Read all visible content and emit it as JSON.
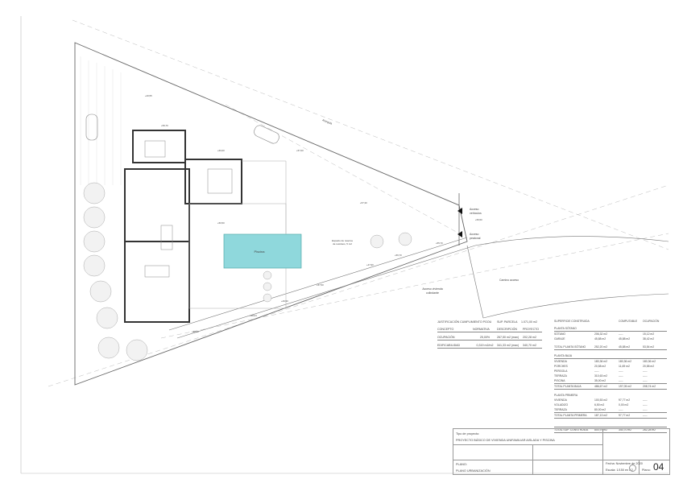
{
  "plan_labels": {
    "acequia": "Acequia",
    "acceso_vehiculos": [
      "Acceso",
      "vehículos"
    ],
    "acceso_peatonal": [
      "Acceso",
      "peatonal"
    ],
    "piscina": "Piscina",
    "acceso_colindante": [
      "Acceso vivienda",
      "colindante"
    ],
    "camino_acceso": "Camino acceso",
    "reserva_residuos": [
      "Espacio de reserva",
      "de residuos, 5 m2"
    ],
    "levels": [
      "+40,55",
      "+59,70",
      "+60,00",
      "+57,00",
      "+57,30",
      "+59,50",
      "+55,70",
      "+56,70",
      "+47,90",
      "+57,50",
      "+49,50",
      "+48,04",
      "+50,50",
      "+38,00"
    ]
  },
  "justificacion": {
    "title": "JUSTIFICACIÓN CUMPLIMIENTO PGOU",
    "parcela_label": "SUP. PARCELA",
    "parcela_value": "1.071,00 m2",
    "headers": [
      "CONCEPTO",
      "NORMATIVA",
      "DESCRIPCIÓN",
      "PROYECTO"
    ],
    "rows": [
      [
        "OCUPACIÓN",
        "25,00%",
        "267,50 m2 (max)",
        "202,28 m2"
      ],
      [
        "EDIFICABILIDAD",
        "0,319 m2/m2",
        "341,33 m2 (max)",
        "340,70 m2"
      ]
    ]
  },
  "superficies": {
    "headers": [
      "SUPERFICIE CONSTRUIDA",
      "",
      "COMPUTABLE",
      "OCUPACIÓN"
    ],
    "groups": [
      {
        "title": "PLANTA SÓTANO",
        "rows": [
          [
            "SÓTANO",
            "206,32 m2",
            "-----",
            "15,12 m2"
          ],
          [
            "GARAJE",
            "45,88 m2",
            "45,88 m2",
            "38,42 m2"
          ]
        ],
        "total": [
          "TOTAL PLANTA SÓTANO",
          "252,20 m2",
          "45,88 m2",
          "53,54 m2"
        ]
      },
      {
        "title": "PLANTA BAJA",
        "rows": [
          [
            "VIVIENDA",
            "180,36 m2",
            "180,36 m2",
            "180,36 m2"
          ],
          [
            "PORCHES",
            "20,58 m2",
            "11,69 m2",
            "20,58 m2"
          ],
          [
            "PERGOLA",
            "-----",
            "-----",
            "-----"
          ],
          [
            "TERRAZA",
            "310,63 m2",
            "-----",
            "-----"
          ],
          [
            "PISCINA",
            "35,00 m2",
            "-----",
            "-----"
          ]
        ],
        "total": [
          "TOTAL PLANTA BAJA",
          "486,67 m2",
          "197,05 m2",
          "208,74 m2"
        ]
      },
      {
        "title": "PLANTA PRIMERA",
        "rows": [
          [
            "VIVIENDA",
            "100,53 m2",
            "97,77 m2",
            "-----"
          ],
          [
            "VOLADIZO",
            "6,50 m2",
            "0,00 m2",
            "-----"
          ],
          [
            "TERRAZA",
            "80,00 m2",
            "-----",
            "-----"
          ]
        ],
        "total": [
          "TOTAL PLANTA PRIMERA",
          "187,13 m2",
          "97,77 m2",
          "-----"
        ]
      }
    ],
    "grand_total": [
      "TOTAL SUP. CONSTRUIDA",
      "800,97 m2",
      "340,70 m2",
      "262,28 m2"
    ]
  },
  "title_block": {
    "tipo_label": "Tipo de proyecto:",
    "tipo_value": "PROYECTO BÁSICO DE VIVIENDA UNIFAMILIAR AISLADA Y PISCINA",
    "plano_label": "PLANO:",
    "plano_value": "PLANO URBANIZACIÓN",
    "fecha": "Fecha: Noviembre de 2020",
    "escala": "Escala: 1/150 en A2",
    "plano_num_label": "Plano:",
    "plano_num": "04"
  }
}
